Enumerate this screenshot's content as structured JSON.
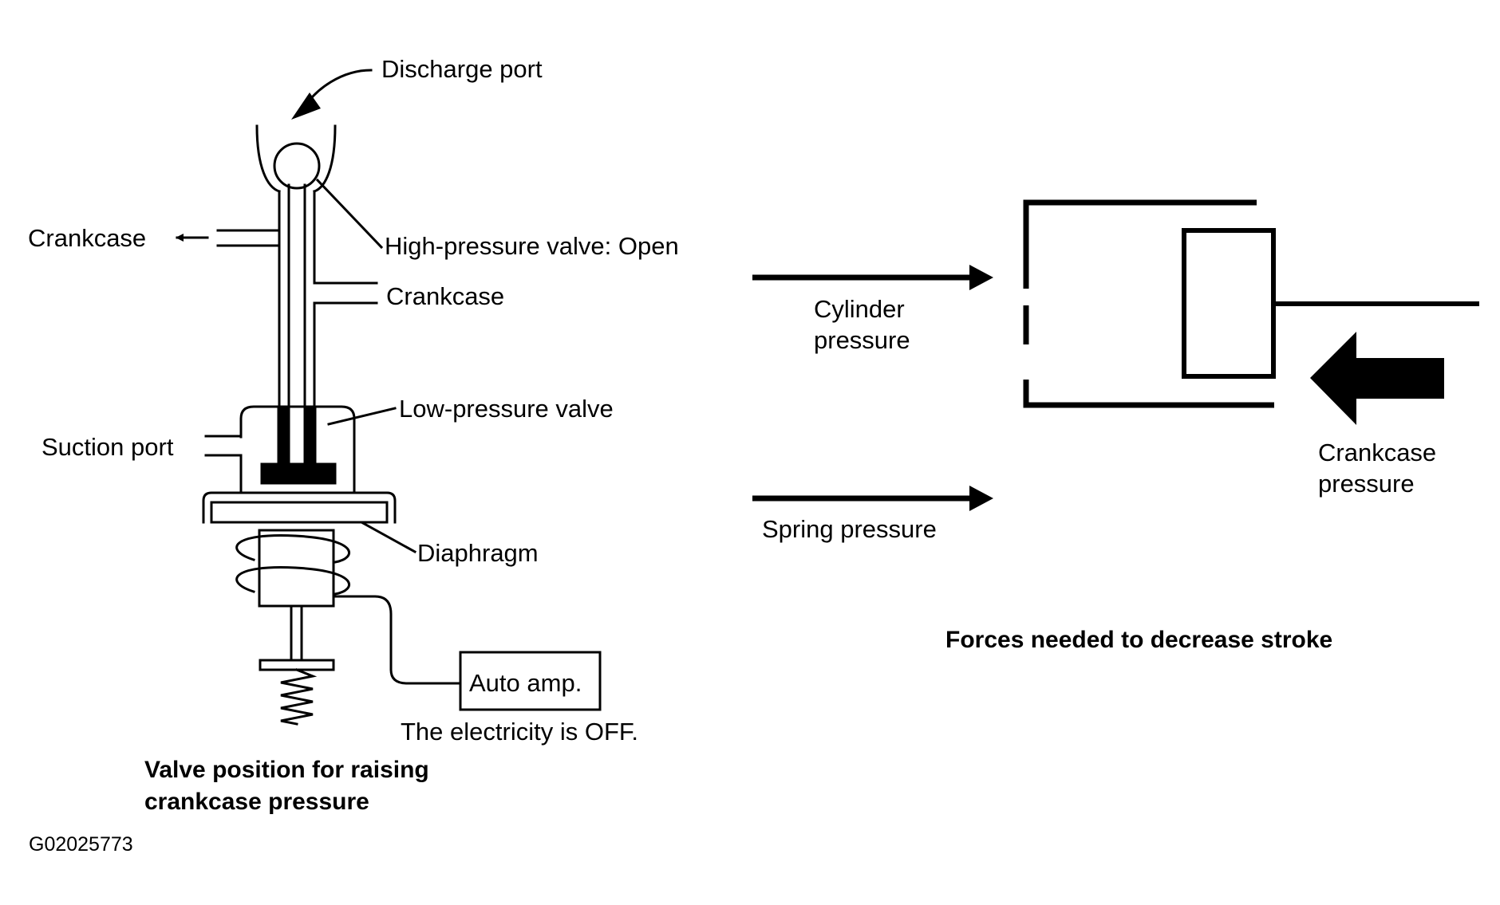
{
  "figure_id": "G02025773",
  "left_diagram": {
    "labels": {
      "discharge_port": "Discharge port",
      "crankcase_left": "Crankcase",
      "high_pressure_valve": "High-pressure valve: Open",
      "crankcase_right": "Crankcase",
      "low_pressure_valve": "Low-pressure valve",
      "suction_port": "Suction port",
      "diaphragm": "Diaphragm",
      "auto_amp": "Auto amp.",
      "electricity_status": "The electricity is OFF."
    },
    "caption_line1": "Valve position for raising",
    "caption_line2": "crankcase pressure"
  },
  "right_diagram": {
    "labels": {
      "cylinder_pressure_line1": "Cylinder",
      "cylinder_pressure_line2": "pressure",
      "spring_pressure": "Spring pressure",
      "crankcase_pressure_line1": "Crankcase",
      "crankcase_pressure_line2": "pressure"
    },
    "caption": "Forces needed to decrease stroke"
  },
  "colors": {
    "ink": "#000000",
    "background": "#ffffff"
  }
}
